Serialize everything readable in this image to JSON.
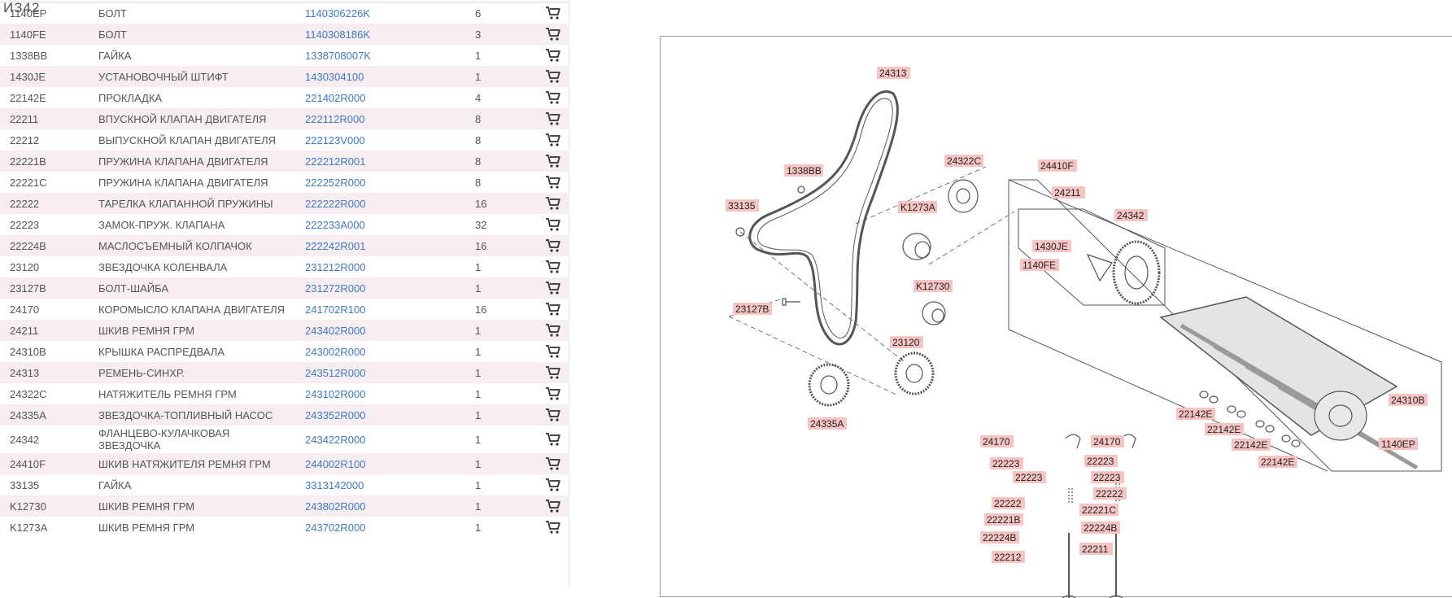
{
  "corner_mark": "ИЗ42",
  "parts": [
    {
      "code": "1140EP",
      "name": "БОЛТ",
      "number": "1140306226K",
      "qty": "6"
    },
    {
      "code": "1140FE",
      "name": "БОЛТ",
      "number": "1140308186K",
      "qty": "3"
    },
    {
      "code": "1338BB",
      "name": "ГАЙКА",
      "number": "1338708007K",
      "qty": "1"
    },
    {
      "code": "1430JE",
      "name": "УСТАНОВОЧНЫЙ ШТИФТ",
      "number": "1430304100",
      "qty": "1"
    },
    {
      "code": "22142E",
      "name": "ПРОКЛАДКА",
      "number": "221402R000",
      "qty": "4"
    },
    {
      "code": "22211",
      "name": "ВПУСКНОЙ КЛАПАН ДВИГАТЕЛЯ",
      "number": "222112R000",
      "qty": "8"
    },
    {
      "code": "22212",
      "name": "ВЫПУСКНОЙ КЛАПАН ДВИГАТЕЛЯ",
      "number": "222123V000",
      "qty": "8"
    },
    {
      "code": "22221B",
      "name": "ПРУЖИНА КЛАПАНА ДВИГАТЕЛЯ",
      "number": "222212R001",
      "qty": "8"
    },
    {
      "code": "22221C",
      "name": "ПРУЖИНА КЛАПАНА ДВИГАТЕЛЯ",
      "number": "222252R000",
      "qty": "8"
    },
    {
      "code": "22222",
      "name": "ТАРЕЛКА КЛАПАННОЙ ПРУЖИНЫ",
      "number": "222222R000",
      "qty": "16"
    },
    {
      "code": "22223",
      "name": "ЗАМОК-ПРУЖ. КЛАПАНА",
      "number": "222233A000",
      "qty": "32"
    },
    {
      "code": "22224B",
      "name": "МАСЛОСЪЕМНЫЙ КОЛПАЧОК",
      "number": "222242R001",
      "qty": "16"
    },
    {
      "code": "23120",
      "name": "ЗВЕЗДОЧКА КОЛЕНВАЛА",
      "number": "231212R000",
      "qty": "1"
    },
    {
      "code": "23127B",
      "name": "БОЛТ-ШАЙБА",
      "number": "231272R000",
      "qty": "1"
    },
    {
      "code": "24170",
      "name": "КОРОМЫСЛО КЛАПАНА ДВИГАТЕЛЯ",
      "number": "241702R100",
      "qty": "16"
    },
    {
      "code": "24211",
      "name": "ШКИВ РЕМНЯ ГРМ",
      "number": "243402R000",
      "qty": "1"
    },
    {
      "code": "24310B",
      "name": "КРЫШКА РАСПРЕДВАЛА",
      "number": "243002R000",
      "qty": "1"
    },
    {
      "code": "24313",
      "name": "РЕМЕНЬ-СИНХР.",
      "number": "243512R000",
      "qty": "1"
    },
    {
      "code": "24322C",
      "name": "НАТЯЖИТЕЛЬ РЕМНЯ ГРМ",
      "number": "243102R000",
      "qty": "1"
    },
    {
      "code": "24335A",
      "name": "ЗВЕЗДОЧКА-ТОПЛИВНЫЙ НАСОС",
      "number": "243352R000",
      "qty": "1"
    },
    {
      "code": "24342",
      "name": "ФЛАНЦЕВО-КУЛАЧКОВАЯ ЗВЕЗДОЧКА",
      "number": "243422R000",
      "qty": "1"
    },
    {
      "code": "24410F",
      "name": "ШКИВ НАТЯЖИТЕЛЯ РЕМНЯ ГРМ",
      "number": "244002R100",
      "qty": "1"
    },
    {
      "code": "33135",
      "name": "ГАЙКА",
      "number": "3313142000",
      "qty": "1"
    },
    {
      "code": "K12730",
      "name": "ШКИВ РЕМНЯ ГРМ",
      "number": "243802R000",
      "qty": "1"
    },
    {
      "code": "K1273A",
      "name": "ШКИВ РЕМНЯ ГРМ",
      "number": "243702R000",
      "qty": "1"
    }
  ],
  "diagram_labels": [
    "24313",
    "1338BB",
    "24322C",
    "33135",
    "K1273A",
    "24410F",
    "24211",
    "24342",
    "1430JE",
    "1140FE",
    "K12730",
    "23127B",
    "23120",
    "24335A",
    "24310B",
    "22142E",
    "22142E",
    "22142E",
    "22142E",
    "1140EP",
    "24170",
    "24170",
    "22223",
    "22223",
    "22223",
    "22223",
    "22222",
    "22222",
    "22221B",
    "22221C",
    "22224B",
    "22224B",
    "22212",
    "22211"
  ],
  "colors": {
    "link": "#3f79c6",
    "row_alt": "#f7eef2",
    "label_bg": "#f7c4c4",
    "cart_icon": "#333333"
  },
  "cart_icon_name": "shopping-cart-icon"
}
